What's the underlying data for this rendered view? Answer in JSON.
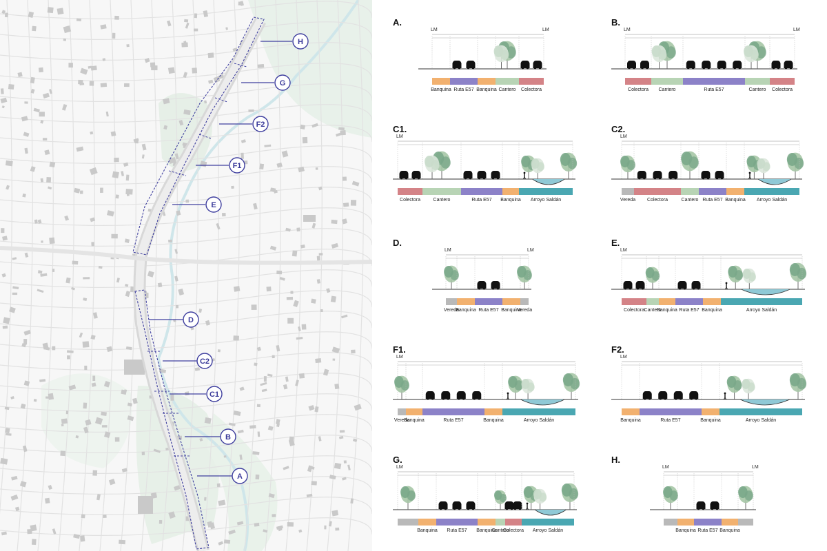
{
  "colors": {
    "Banquina": "#f2b16f",
    "Ruta E57": "#8c82c8",
    "Cantero": "#b8d4b5",
    "Colectora": "#d48387",
    "Arroyo Saldán": "#4aa7b2",
    "Vereda": "#b9b9b9",
    "marker": "#3f3f9f",
    "water": "#8fc9d6"
  },
  "lm_label": "LM",
  "markers": [
    {
      "label": "H"
    },
    {
      "label": "G"
    },
    {
      "label": "F2"
    },
    {
      "label": "F1"
    },
    {
      "label": "E"
    },
    {
      "label": "D"
    },
    {
      "label": "C2"
    },
    {
      "label": "C1"
    },
    {
      "label": "B"
    },
    {
      "label": "A"
    }
  ],
  "sections": [
    {
      "id": "A",
      "title": "A.",
      "lm_left": true,
      "lm_right": true,
      "segments": [
        {
          "type": "Banquina",
          "label": "Banquina",
          "w": 26
        },
        {
          "type": "Ruta E57",
          "label": "Ruta E57",
          "w": 40
        },
        {
          "type": "Banquina",
          "label": "Banquina",
          "w": 26
        },
        {
          "type": "Cantero",
          "label": "Cantero",
          "w": 34
        },
        {
          "type": "Colectora",
          "label": "Colectora",
          "w": 36
        }
      ]
    },
    {
      "id": "B",
      "title": "B.",
      "lm_left": true,
      "lm_right": true,
      "segments": [
        {
          "type": "Colectora",
          "label": "Colectora",
          "w": 38
        },
        {
          "type": "Cantero",
          "label": "Cantero",
          "w": 46
        },
        {
          "type": "Ruta E57",
          "label": "Ruta E57",
          "w": 90
        },
        {
          "type": "Cantero",
          "label": "Cantero",
          "w": 36
        },
        {
          "type": "Colectora",
          "label": "Colectora",
          "w": 36
        }
      ]
    },
    {
      "id": "C1",
      "title": "C1.",
      "lm_left": true,
      "lm_right": false,
      "segments": [
        {
          "type": "Colectora",
          "label": "Colectora",
          "w": 36
        },
        {
          "type": "Cantero",
          "label": "Cantero",
          "w": 56
        },
        {
          "type": "Ruta E57",
          "label": "Ruta E57",
          "w": 60
        },
        {
          "type": "Banquina",
          "label": "Banquina",
          "w": 24
        },
        {
          "type": "Arroyo Saldán",
          "label": "Arroyo Saldán",
          "w": 78
        }
      ]
    },
    {
      "id": "C2",
      "title": "C2.",
      "lm_left": true,
      "lm_right": false,
      "segments": [
        {
          "type": "Vereda",
          "label": "Vereda",
          "w": 18
        },
        {
          "type": "Colectora",
          "label": "Colectora",
          "w": 68
        },
        {
          "type": "Cantero",
          "label": "Cantero",
          "w": 26
        },
        {
          "type": "Ruta E57",
          "label": "Ruta E57",
          "w": 40
        },
        {
          "type": "Banquina",
          "label": "Banquina",
          "w": 26
        },
        {
          "type": "Arroyo Saldán",
          "label": "Arroyo Saldán",
          "w": 80
        }
      ]
    },
    {
      "id": "D",
      "title": "D.",
      "lm_left": true,
      "lm_right": true,
      "segments": [
        {
          "type": "Vereda",
          "label": "Vereda",
          "w": 16
        },
        {
          "type": "Banquina",
          "label": "Banquina",
          "w": 26
        },
        {
          "type": "Ruta E57",
          "label": "Ruta E57",
          "w": 40
        },
        {
          "type": "Banquina",
          "label": "Banquina",
          "w": 26
        },
        {
          "type": "Vereda",
          "label": "Vereda",
          "w": 12
        }
      ]
    },
    {
      "id": "E",
      "title": "E.",
      "lm_left": true,
      "lm_right": false,
      "segments": [
        {
          "type": "Colectora",
          "label": "Colectora",
          "w": 36
        },
        {
          "type": "Cantero",
          "label": "Cantero",
          "w": 18
        },
        {
          "type": "Banquina",
          "label": "Banquina",
          "w": 24
        },
        {
          "type": "Ruta E57",
          "label": "Ruta E57",
          "w": 40
        },
        {
          "type": "Banquina",
          "label": "Banquina",
          "w": 26
        },
        {
          "type": "Arroyo Saldán",
          "label": "Arroyo Saldán",
          "w": 118
        }
      ]
    },
    {
      "id": "F1",
      "title": "F1.",
      "lm_left": true,
      "lm_right": false,
      "segments": [
        {
          "type": "Vereda",
          "label": "Vereda",
          "w": 12
        },
        {
          "type": "Banquina",
          "label": "Banquina",
          "w": 24
        },
        {
          "type": "Ruta E57",
          "label": "Ruta E57",
          "w": 90
        },
        {
          "type": "Banquina",
          "label": "Banquina",
          "w": 26
        },
        {
          "type": "Arroyo Saldán",
          "label": "Arroyo Saldán",
          "w": 106
        }
      ]
    },
    {
      "id": "F2",
      "title": "F2.",
      "lm_left": true,
      "lm_right": false,
      "segments": [
        {
          "type": "Banquina",
          "label": "Banquina",
          "w": 26
        },
        {
          "type": "Ruta E57",
          "label": "Ruta E57",
          "w": 90
        },
        {
          "type": "Banquina",
          "label": "Banquina",
          "w": 26
        },
        {
          "type": "Arroyo Saldán",
          "label": "Arroyo Saldán",
          "w": 120
        }
      ]
    },
    {
      "id": "G",
      "title": "G.",
      "lm_left": true,
      "lm_right": false,
      "segments": [
        {
          "type": "Vereda",
          "label": "",
          "w": 30
        },
        {
          "type": "Banquina",
          "label": "Banquina",
          "w": 26
        },
        {
          "type": "Ruta E57",
          "label": "Ruta E57",
          "w": 60
        },
        {
          "type": "Banquina",
          "label": "Banquina",
          "w": 26
        },
        {
          "type": "Cantero",
          "label": "Cantero",
          "w": 14
        },
        {
          "type": "Colectora",
          "label": "Colectora",
          "w": 24
        },
        {
          "type": "Arroyo Saldán",
          "label": "Arroyo Saldán",
          "w": 76
        }
      ]
    },
    {
      "id": "H",
      "title": "H.",
      "lm_left": true,
      "lm_right": true,
      "segments": [
        {
          "type": "Vereda",
          "label": "",
          "w": 20
        },
        {
          "type": "Banquina",
          "label": "Banquina",
          "w": 24
        },
        {
          "type": "Ruta E57",
          "label": "Ruta E57",
          "w": 40
        },
        {
          "type": "Banquina",
          "label": "Banquina",
          "w": 24
        },
        {
          "type": "Vereda",
          "label": "",
          "w": 22
        }
      ]
    }
  ]
}
